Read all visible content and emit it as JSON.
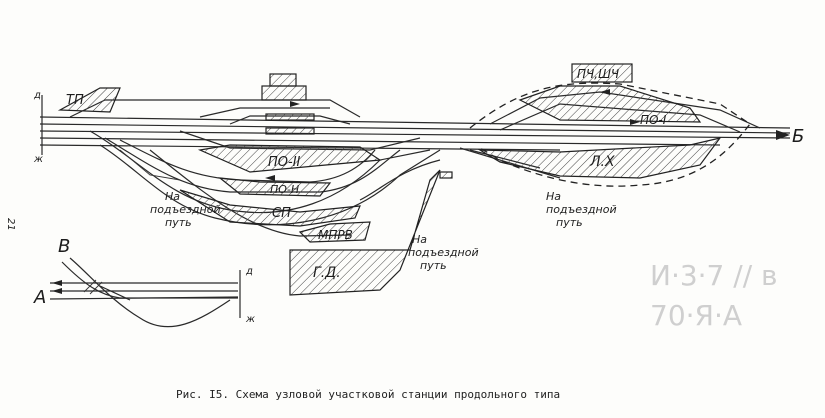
{
  "caption": "Рис. I5. Схема узловой участковой станции продольного типа",
  "page_number": "21",
  "labels": {
    "tp": "ТП",
    "pchshch": "ПЧ,ШЧ",
    "po1": "ПО-I",
    "po2": "ПО-II",
    "pon": "ПО-Н",
    "sp": "СП",
    "mprv": "МПРВ",
    "lh": "Л.Х",
    "gd": "Г.Д.",
    "dir_b": "Б",
    "dir_v": "В",
    "dir_a": "А",
    "pt_d_main": "д",
    "pt_zh_main": "ж",
    "pt_d_inset": "д",
    "pt_zh_inset": "ж"
  },
  "annotations": [
    {
      "line1": "На",
      "line2": "подъездной",
      "line3": "путь"
    },
    {
      "line1": "На",
      "line2": "подъездной",
      "line3": "путь"
    },
    {
      "line1": "На",
      "line2": "подъездной",
      "line3": "путь"
    }
  ],
  "margin_notes": [
    "И·3·7 // в",
    "70·Я·А"
  ]
}
